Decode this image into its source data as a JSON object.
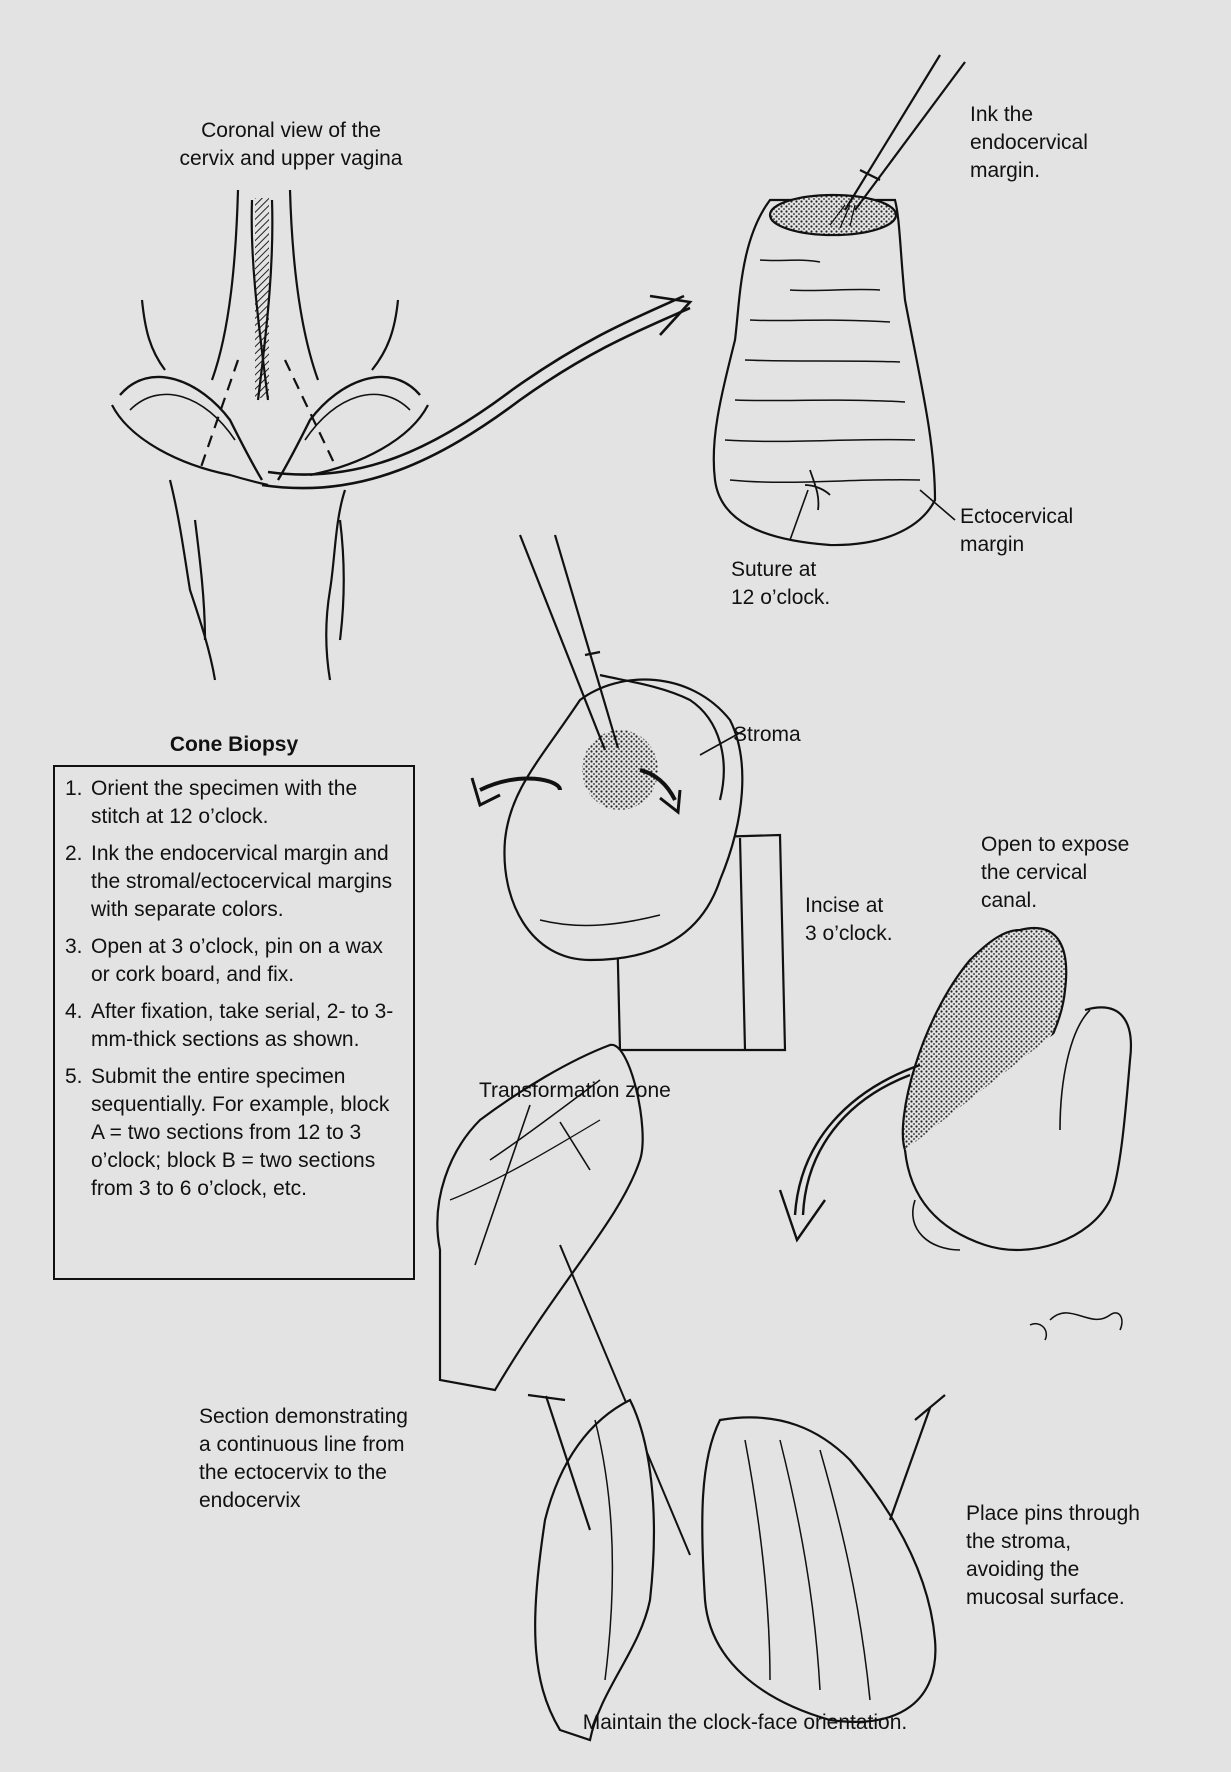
{
  "labels": {
    "coronal_view": "Coronal view of the\ncervix and upper vagina",
    "ink_endocervical": "Ink the\nendocervical\nmargin.",
    "ectocervical_margin": "Ectocervical\nmargin",
    "suture": "Suture at\n12 o’clock.",
    "stroma": "Stroma",
    "incise": "Incise at\n3 o’clock.",
    "open_expose": "Open to expose\nthe cervical\ncanal.",
    "transformation_zone": "Transformation zone",
    "section_demo": "Section demonstrating\na continuous line from\nthe ectocervix to the\nendocervix",
    "place_pins": "Place pins through\nthe stroma,\navoiding the\nmucosal surface.",
    "clock_face": "Maintain the clock-face orientation."
  },
  "box": {
    "title": "Cone Biopsy",
    "steps": [
      {
        "num": "1.",
        "text": "Orient the specimen with the stitch at 12 o’clock."
      },
      {
        "num": "2.",
        "text": "Ink the endocervical margin and the stromal/ectocervical margins with separate colors."
      },
      {
        "num": "3.",
        "text": "Open at 3 o’clock, pin on a wax or cork board, and fix."
      },
      {
        "num": "4.",
        "text": "After fixation, take serial, 2- to 3-mm-thick sections as shown."
      },
      {
        "num": "5.",
        "text": "Submit the entire specimen sequentially. For example, block A = two sections from 12 to 3 o’clock; block B = two sections from 3 to 6 o’clock, etc."
      }
    ]
  },
  "icons": {
    "arrow": "curved-arrow-icon",
    "stipple": "ink-stipple-pattern"
  },
  "colors": {
    "background": "#e3e3e3",
    "ink": "#111111"
  }
}
